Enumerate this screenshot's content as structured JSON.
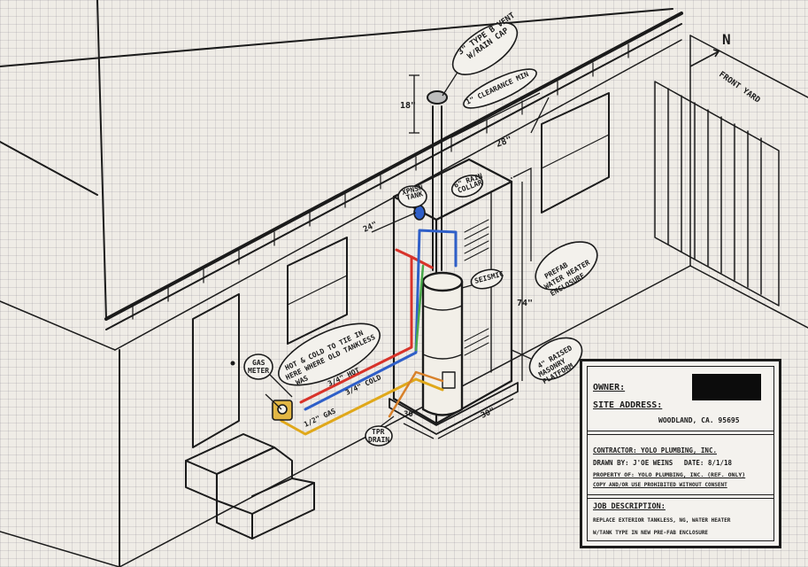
{
  "labels": {
    "vent": [
      "3\" TYPE B VENT",
      "W/RAIN CAP"
    ],
    "clearance": "1\" CLEARANCE MIN",
    "dim_18": "18\"",
    "dim_28": "28\"",
    "dim_24": "24\"",
    "dim_74": "74\"",
    "dim_30a": "30\"",
    "dim_30b": "30\"",
    "expansion": [
      "XPNSN",
      "TANK"
    ],
    "rain_collar": [
      "6\" RAIN",
      "COLLAR"
    ],
    "north": "N",
    "front_yard": "FRONT YARD",
    "prefab": [
      "PREFAB",
      "WATER HEATER",
      "ENCLOSURE"
    ],
    "seismic": "SEISMIC",
    "raised_platform": [
      "4\" RAISED",
      "MASONRY",
      "PLATFORM"
    ],
    "gas_meter": [
      "GAS",
      "METER"
    ],
    "hot_cold": [
      "HOT & COLD TO TIE IN",
      "HERE WHERE OLD TANKLESS",
      "WAS"
    ],
    "hot_pipe": "3/4\" HOT",
    "cold_pipe": "3/4\" COLD",
    "gas_pipe": "1/2\" GAS",
    "tpr_drain": [
      "TPR",
      "DRAIN"
    ]
  },
  "title_block": {
    "owner_label": "OWNER:",
    "site_label": "SITE ADDRESS:",
    "site_city": "WOODLAND, CA. 95695",
    "contractor": "CONTRACTOR: YOLO PLUMBING, INC.",
    "drawn_by": "DRAWN BY: J'OE WEINS",
    "date": "DATE: 8/1/18",
    "property": "PROPERTY OF: YOLO PLUMBING, INC. (REF. ONLY)",
    "copy": "COPY AND/OR USE PROHIBITED WITHOUT CONSENT",
    "job_label": "JOB DESCRIPTION:",
    "job_line1": "REPLACE EXTERIOR TANKLESS, NG, WATER HEATER",
    "job_line2": "W/TANK TYPE IN NEW PRE-FAB ENCLOSURE"
  },
  "colors": {
    "hot": "#d8332a",
    "cold": "#2f5fc8",
    "gas": "#e0a81a",
    "green": "#4aa84a",
    "ink": "#1b1b1b",
    "paper": "#efece6"
  }
}
